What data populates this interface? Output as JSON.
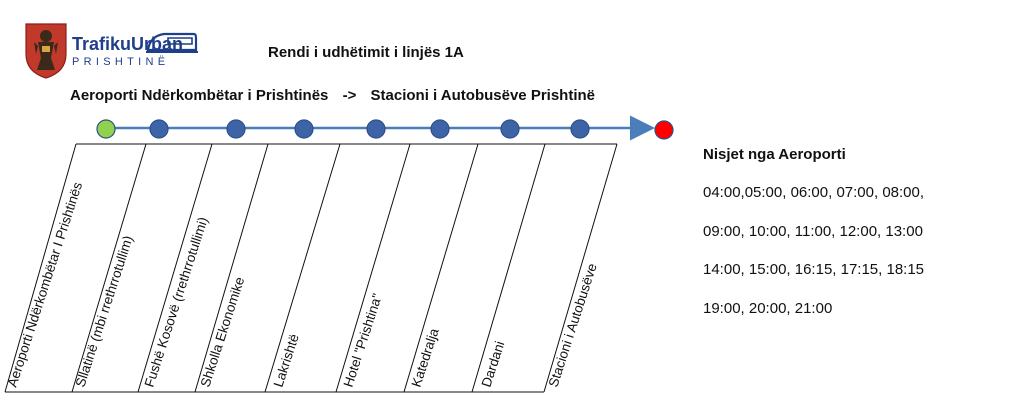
{
  "logo": {
    "word_part1": "Trafiku",
    "word_part2": "Urban",
    "sub": "PRISHTINË",
    "emblem_icon": "prishtina-crest-icon",
    "bus_icon": "bus-icon"
  },
  "title": "Rendi i udhëtimit i linjës 1A",
  "route": {
    "from": "Aeroporti Ndërkombëtar i Prishtinës",
    "arrow": "->",
    "to": "Stacioni i Autobusëve Prishtinë"
  },
  "stops": [
    "Aeroporti Ndërkombëtar I Prishtinës",
    "Sllatinë  (mbi rrethrrotullim)",
    "Fushë Kosovë (rrethrrotullimi)",
    "Shkolla Ekonomike",
    "Lakrishtë",
    "Hotel \"Prishtina\"",
    "Katedralja",
    "Dardani",
    "Stacioni i Autobusëve"
  ],
  "colors": {
    "line": "#4a7ebb",
    "stop_fill": "#3e64a8",
    "start_fill": "#92d050",
    "end_fill": "#ff0000",
    "logo_blue": "#1f3f8a",
    "crest_red": "#c0392b"
  },
  "departures": {
    "title": "Nisjet nga Aeroporti",
    "rows": [
      "04:00,05:00, 06:00, 07:00, 08:00,",
      "09:00, 10:00, 11:00, 12:00, 13:00",
      "14:00, 15:00, 16:15, 17:15, 18:15",
      "19:00, 20:00, 21:00"
    ]
  }
}
